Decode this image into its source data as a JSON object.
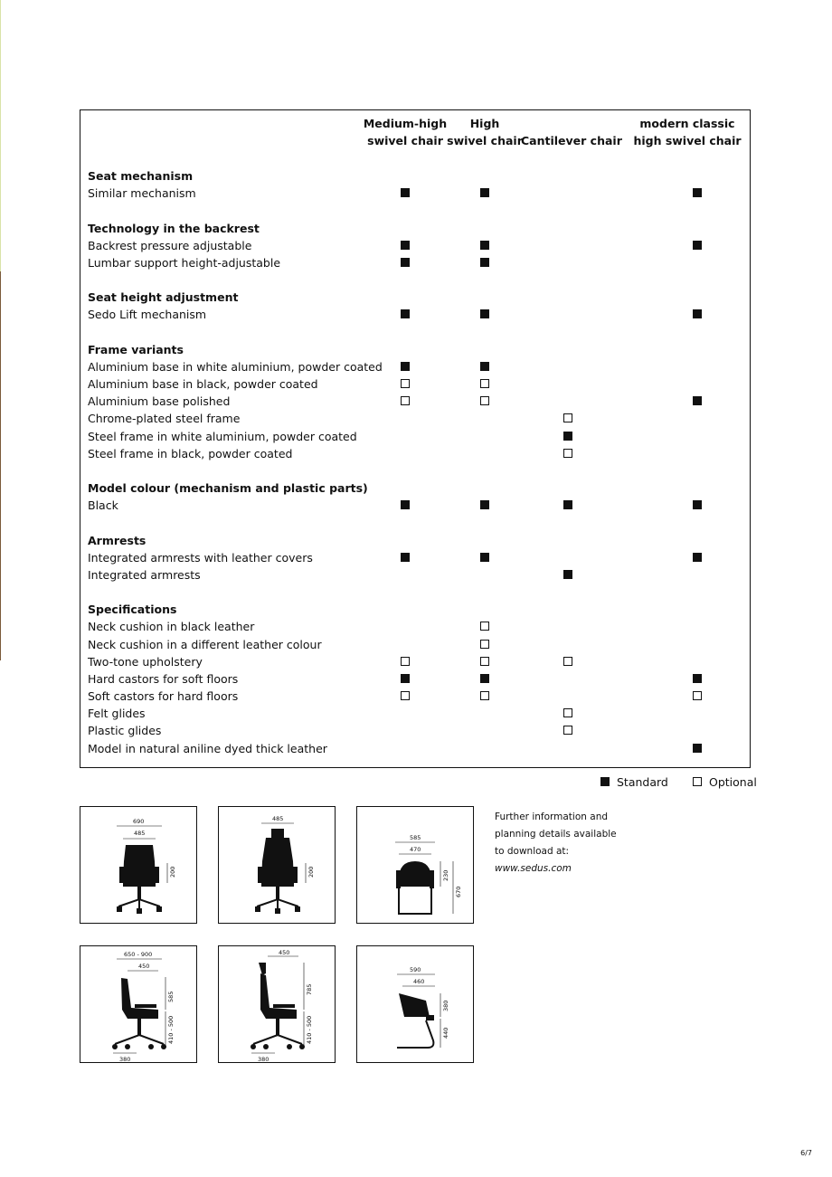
{
  "columns": [
    {
      "line1": "Medium-high",
      "line2": "swivel chair"
    },
    {
      "line1": "High",
      "line2": "swivel chair"
    },
    {
      "line1": "",
      "line2": "Cantilever chair"
    },
    {
      "line1": "modern classic",
      "line2": "high swivel chair"
    }
  ],
  "rows": [
    {
      "type": "heading",
      "label": "Seat mechanism"
    },
    {
      "type": "item",
      "label": "Similar mechanism",
      "marks": [
        "standard",
        "standard",
        "",
        "standard"
      ]
    },
    {
      "type": "heading",
      "label": "Technology in the backrest"
    },
    {
      "type": "item",
      "label": "Backrest pressure adjustable",
      "marks": [
        "standard",
        "standard",
        "",
        "standard"
      ]
    },
    {
      "type": "item",
      "label": "Lumbar support height-adjustable",
      "marks": [
        "standard",
        "standard",
        "",
        ""
      ]
    },
    {
      "type": "heading",
      "label": "Seat height adjustment"
    },
    {
      "type": "item",
      "label": "Sedo Lift mechanism",
      "marks": [
        "standard",
        "standard",
        "",
        "standard"
      ]
    },
    {
      "type": "heading",
      "label": "Frame variants"
    },
    {
      "type": "item",
      "label": "Aluminium base in white aluminium, powder coated",
      "marks": [
        "standard",
        "standard",
        "",
        ""
      ]
    },
    {
      "type": "item",
      "label": "Aluminium base in black, powder coated",
      "marks": [
        "optional",
        "optional",
        "",
        ""
      ]
    },
    {
      "type": "item",
      "label": "Aluminium base polished",
      "marks": [
        "optional",
        "optional",
        "",
        "standard"
      ]
    },
    {
      "type": "item",
      "label": "Chrome-plated steel frame",
      "marks": [
        "",
        "",
        "optional",
        ""
      ]
    },
    {
      "type": "item",
      "label": "Steel frame in white aluminium, powder coated",
      "marks": [
        "",
        "",
        "standard",
        ""
      ]
    },
    {
      "type": "item",
      "label": "Steel frame in black, powder coated",
      "marks": [
        "",
        "",
        "optional",
        ""
      ]
    },
    {
      "type": "heading",
      "label": "Model colour (mechanism and plastic parts)"
    },
    {
      "type": "item",
      "label": "Black",
      "marks": [
        "standard",
        "standard",
        "standard",
        "standard"
      ]
    },
    {
      "type": "heading",
      "label": "Armrests"
    },
    {
      "type": "item",
      "label": "Integrated armrests with leather covers",
      "marks": [
        "standard",
        "standard",
        "",
        "standard"
      ]
    },
    {
      "type": "item",
      "label": "Integrated armrests",
      "marks": [
        "",
        "",
        "standard",
        ""
      ]
    },
    {
      "type": "heading",
      "label": "Specifications"
    },
    {
      "type": "item",
      "label": "Neck cushion in black leather",
      "marks": [
        "",
        "optional",
        "",
        ""
      ]
    },
    {
      "type": "item",
      "label": "Neck cushion in a different leather colour",
      "marks": [
        "",
        "optional",
        "",
        ""
      ]
    },
    {
      "type": "item",
      "label": "Two-tone upholstery",
      "marks": [
        "optional",
        "optional",
        "optional",
        ""
      ]
    },
    {
      "type": "item",
      "label": "Hard castors for soft floors",
      "marks": [
        "standard",
        "standard",
        "",
        "standard"
      ]
    },
    {
      "type": "item",
      "label": "Soft castors for hard floors",
      "marks": [
        "optional",
        "optional",
        "",
        "optional"
      ]
    },
    {
      "type": "item",
      "label": "Felt glides",
      "marks": [
        "",
        "",
        "optional",
        ""
      ]
    },
    {
      "type": "item",
      "label": "Plastic glides",
      "marks": [
        "",
        "",
        "optional",
        ""
      ]
    },
    {
      "type": "item",
      "label": "Model in natural aniline dyed thick leather",
      "marks": [
        "",
        "",
        "",
        "standard"
      ]
    }
  ],
  "legend": {
    "standard": "Standard",
    "optional": "Optional"
  },
  "dimensions": {
    "medium_front": {
      "d1": "690",
      "d2": "485",
      "d3": "200"
    },
    "high_front": {
      "d1": "485",
      "d3": "200"
    },
    "cantilever_top": {
      "d1": "585",
      "d2": "470",
      "d3": "230",
      "d4": "670"
    },
    "medium_side": {
      "d1": "650 - 900",
      "d2": "450",
      "d3": "585",
      "d4": "410 - 500",
      "d5": "380"
    },
    "high_side": {
      "d1": "450",
      "d3": "785",
      "d4": "410 - 500",
      "d5": "380"
    },
    "cantilever_side": {
      "d1": "590",
      "d2": "460",
      "d3": "380",
      "d4": "440"
    }
  },
  "info": {
    "line1": "Further information and",
    "line2": "planning details available",
    "line3": "to download at:",
    "url": "www.sedus.com"
  },
  "page_number": "6/7"
}
